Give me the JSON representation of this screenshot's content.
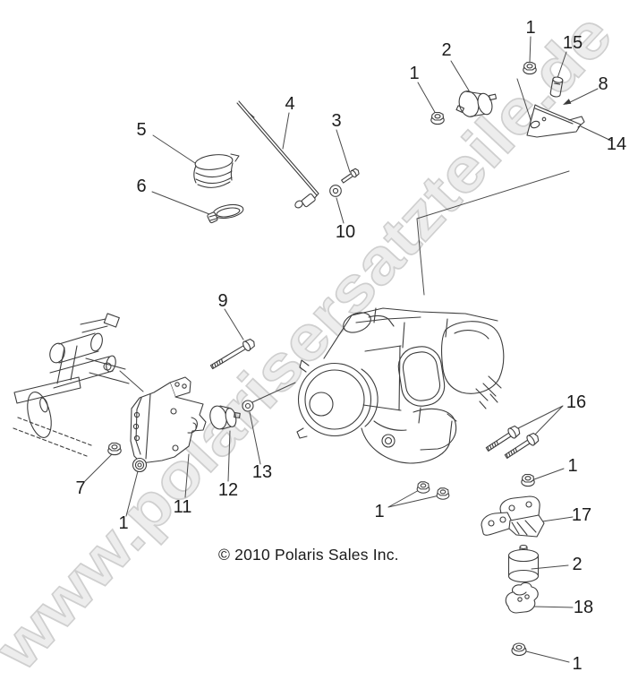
{
  "watermark": {
    "text": "www.polarisersatzteile.de",
    "fill": "#ededed",
    "stroke": "#cfcfcf"
  },
  "copyright": "© 2010 Polaris Sales Inc.",
  "callouts": [
    {
      "label": "1"
    },
    {
      "label": "2"
    },
    {
      "label": "1"
    },
    {
      "label": "15"
    },
    {
      "label": "8"
    },
    {
      "label": "14"
    },
    {
      "label": "5"
    },
    {
      "label": "6"
    },
    {
      "label": "4"
    },
    {
      "label": "3"
    },
    {
      "label": "10"
    },
    {
      "label": "9"
    },
    {
      "label": "7"
    },
    {
      "label": "1"
    },
    {
      "label": "11"
    },
    {
      "label": "12"
    },
    {
      "label": "13"
    },
    {
      "label": "16"
    },
    {
      "label": "1"
    },
    {
      "label": "17"
    },
    {
      "label": "1"
    },
    {
      "label": "2"
    },
    {
      "label": "18"
    },
    {
      "label": "1"
    }
  ]
}
